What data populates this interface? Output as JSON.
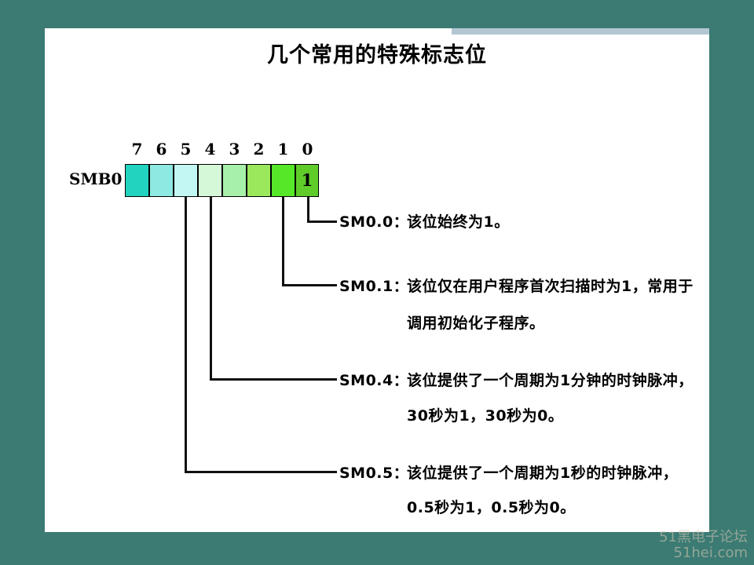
{
  "title": "几个常用的特殊标志位",
  "register": {
    "name": "SMB0",
    "bit_numbers": [
      "7",
      "6",
      "5",
      "4",
      "3",
      "2",
      "1",
      "0"
    ],
    "bit0_value": "1",
    "cell_colors": [
      "#22d3c0",
      "#8ee9e2",
      "#c2f7f3",
      "#d5f8d8",
      "#a7f0a9",
      "#9ce85c",
      "#56e828",
      "#60cc2a"
    ]
  },
  "annotations": [
    {
      "name": "SM0.0：",
      "lines": [
        "该位始终为1。"
      ]
    },
    {
      "name": "SM0.1：",
      "lines": [
        "该位仅在用户程序首次扫描时为1，常用于",
        "调用初始化子程序。"
      ]
    },
    {
      "name": "SM0.4：",
      "lines": [
        "该位提供了一个周期为1分钟的时钟脉冲，",
        "30秒为1，30秒为0。"
      ]
    },
    {
      "name": "SM0.5：",
      "lines": [
        "该位提供了一个周期为1秒的时钟脉冲，",
        "0.5秒为1，0.5秒为0。"
      ]
    }
  ],
  "watermark": {
    "line1": "51黑电子论坛",
    "line2": "51hei.com"
  },
  "colors": {
    "background": "#3b7b73",
    "slide": "#ffffff"
  }
}
